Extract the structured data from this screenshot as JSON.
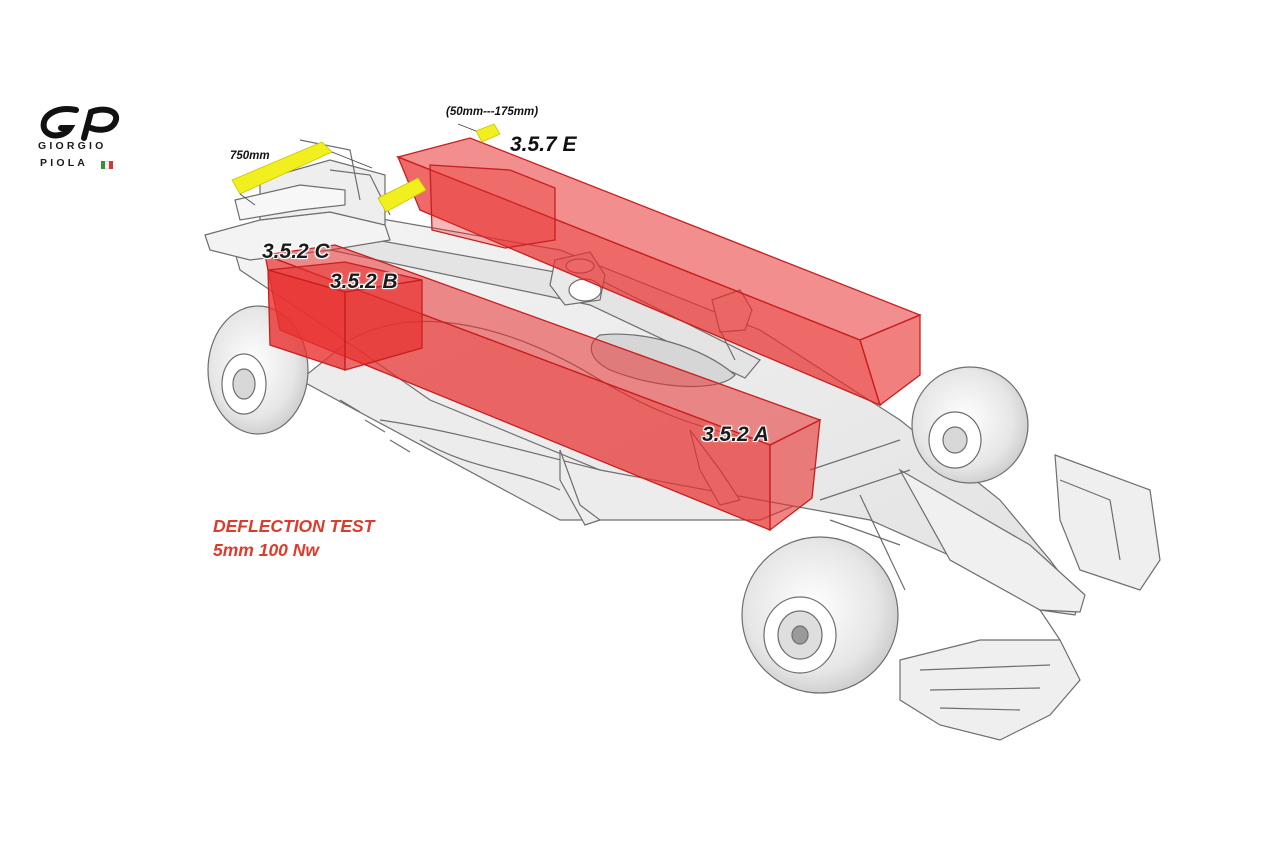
{
  "brand": {
    "line1": "GIORGIO",
    "line2": "PIOLA",
    "flag_colors": [
      "#3a8f3a",
      "#ffffff",
      "#d93333"
    ]
  },
  "labels": {
    "rear_wing_width": "750mm",
    "endplate_range": "(50mm---175mm)",
    "zone_e": "3.5.7 E",
    "zone_c": "3.5.2 C",
    "zone_b": "3.5.2 B",
    "zone_a": "3.5.2 A"
  },
  "test": {
    "title": "DEFLECTION TEST",
    "spec": "5mm 100 Nw"
  },
  "colors": {
    "zone_fill": "#e8312f",
    "zone_edge": "#c81e1e",
    "measure_bar": "#f2ef1f",
    "note_text": "#e03a2a",
    "car_line": "#6e6e6e"
  }
}
